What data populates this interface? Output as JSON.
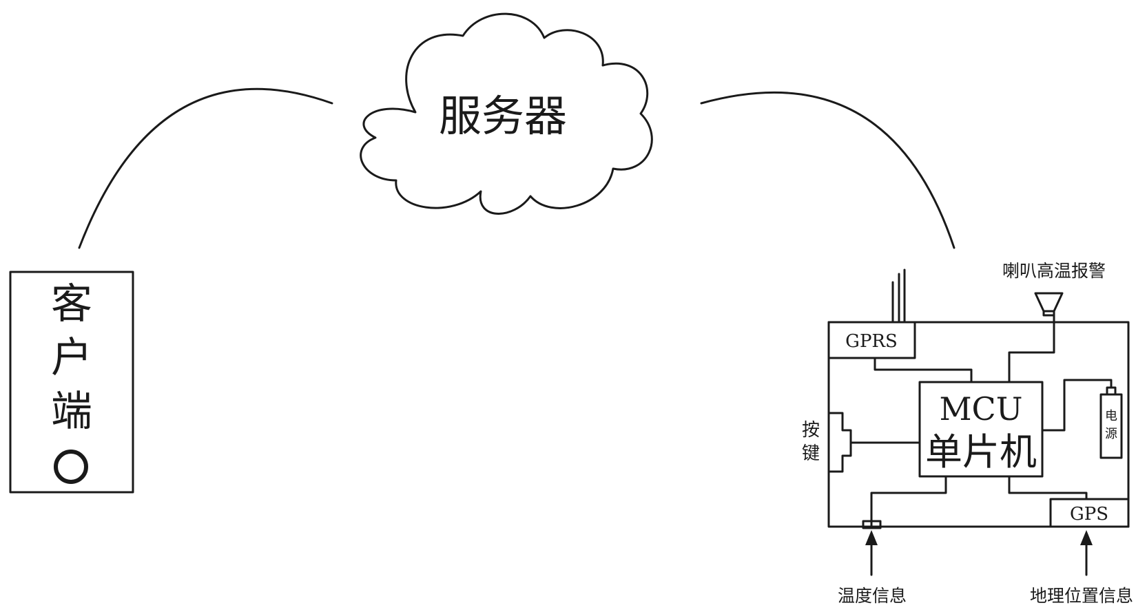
{
  "server": {
    "label": "服务器"
  },
  "client": {
    "label_chars": [
      "客",
      "户",
      "端"
    ]
  },
  "device": {
    "gprs": "GPRS",
    "mcu": "MCU",
    "mcu_cn": "单片机",
    "gps": "GPS",
    "power_chars": [
      "电",
      "源"
    ],
    "key_chars": [
      "按",
      "键"
    ],
    "speaker_label": "喇叭高温报警",
    "temp_label": "温度信息",
    "geo_label": "地理位置信息"
  },
  "colors": {
    "line": "#1a1a1a",
    "background": "#ffffff"
  }
}
